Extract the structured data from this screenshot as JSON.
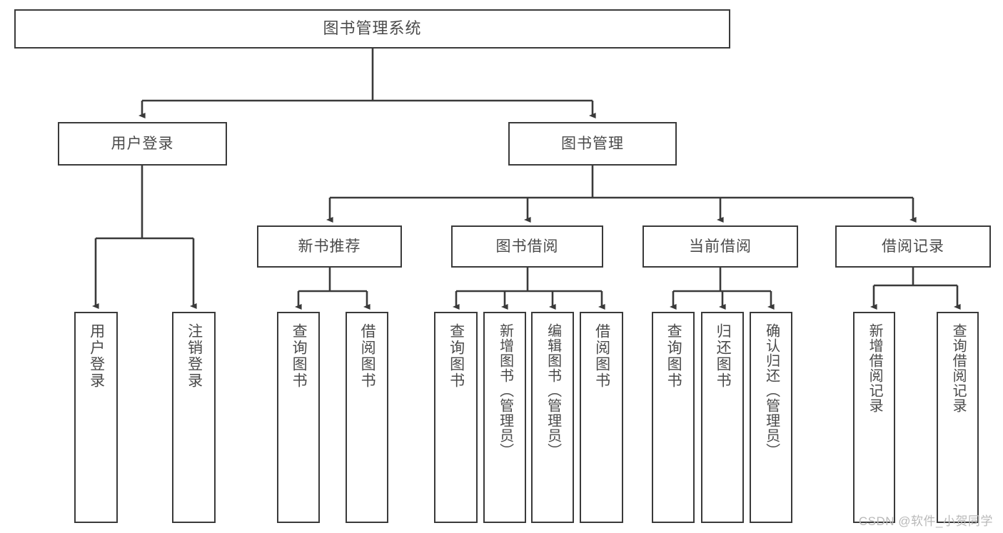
{
  "diagram": {
    "title": "图书管理系统",
    "watermark": "CSDN @软件_小贺同学",
    "colors": {
      "background": "#ffffff",
      "box_border": "#3a3a3a",
      "connector": "#3a3a3a",
      "text": "#4a4a4a",
      "watermark": "#b9b9b9"
    },
    "levels": {
      "root": {
        "label": "图书管理系统"
      },
      "level1": [
        {
          "label": "用户登录"
        },
        {
          "label": "图书管理"
        }
      ],
      "level2": [
        {
          "label": "新书推荐"
        },
        {
          "label": "图书借阅"
        },
        {
          "label": "当前借阅"
        },
        {
          "label": "借阅记录"
        }
      ],
      "leaves": {
        "user_login": [
          {
            "label": "用户登录"
          },
          {
            "label": "注销登录"
          }
        ],
        "new_book_recommend": [
          {
            "label": "查询图书"
          },
          {
            "label": "借阅图书"
          }
        ],
        "book_borrow": [
          {
            "label": "查询图书"
          },
          {
            "label": "新增图书（管理员）"
          },
          {
            "label": "编辑图书（管理员）"
          },
          {
            "label": "借阅图书"
          }
        ],
        "current_borrow": [
          {
            "label": "查询图书"
          },
          {
            "label": "归还图书"
          },
          {
            "label": "确认归还（管理员）"
          }
        ],
        "borrow_record": [
          {
            "label": "新增借阅记录"
          },
          {
            "label": "查询借阅记录"
          }
        ]
      }
    }
  }
}
